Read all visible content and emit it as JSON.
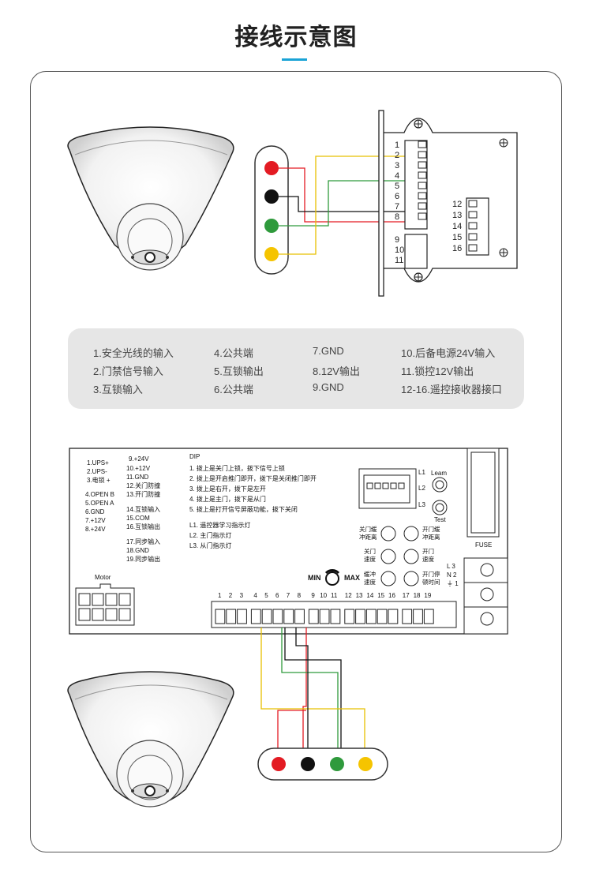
{
  "title": "接线示意图",
  "colors": {
    "accent": "#1aa3d6",
    "red": "#e31b23",
    "black": "#111111",
    "green": "#2f9a3c",
    "yellow": "#f5c400"
  },
  "top_terminal": {
    "left_labels": [
      "1",
      "2",
      "3",
      "4",
      "5",
      "6",
      "7",
      "8",
      "9",
      "10",
      "11"
    ],
    "right_labels": [
      "12",
      "13",
      "14",
      "15",
      "16"
    ]
  },
  "legend": [
    [
      "1.安全光线的输入",
      "4.公共端",
      "7.GND",
      "10.后备电源24V输入"
    ],
    [
      "2.门禁信号输入",
      "5.互锁输出",
      "8.12V输出",
      "11.锁控12V输出"
    ],
    [
      "3.互锁输入",
      "6.公共端",
      "9.GND",
      "12-16.遥控接收器接口"
    ]
  ],
  "board": {
    "col1": [
      "1.UPS+",
      "2.UPS-",
      "3.电锁 +",
      "4.OPEN B",
      "5.OPEN A",
      "6.GND",
      "7.+12V",
      "8.+24V"
    ],
    "col2": [
      "9.+24V",
      "10.+12V",
      "11.GND",
      "12.关门防撞",
      "13.开门防撞",
      "14.互锁输入",
      "15.COM",
      "16.互锁输出",
      "17.同步输入",
      "18.GND",
      "19.同步输出"
    ],
    "dip_title": "DIP",
    "dip_items": [
      "1. 拨上是关门上锁，拨下信号上锁",
      "2. 拨上是开启推门即开，拨下是关闭推门即开",
      "3. 拨上是右开，拨下是左开",
      "4. 拨上是主门，拨下是从门",
      "5. 拨上是打开信号屏蔽功能，拨下关闭"
    ],
    "led_items": [
      "L1. 遥控器学习指示灯",
      "L2. 主门指示灯",
      "L3. 从门指示灯"
    ],
    "motor": "Motor",
    "min": "MIN",
    "max": "MAX",
    "l1": "L1",
    "l2": "L2",
    "l3": "L3",
    "learn": "Leam",
    "test": "Test",
    "fuse": "FUSE",
    "pots": [
      [
        "关门缓",
        "冲距离"
      ],
      [
        "开门缓",
        "冲距离"
      ],
      [
        "关门",
        "速度"
      ],
      [
        "开门",
        "速度"
      ],
      [
        "缓冲",
        "速度"
      ],
      [
        "开门停",
        "顿时间"
      ]
    ],
    "lnp": [
      "L 3",
      "N 2",
      "⏚ 1"
    ],
    "terminal_numbers": [
      "1",
      "2",
      "3",
      "4",
      "5",
      "6",
      "7",
      "8",
      "9",
      "10",
      "11",
      "12",
      "13",
      "14",
      "15",
      "16",
      "17",
      "18",
      "19"
    ]
  }
}
